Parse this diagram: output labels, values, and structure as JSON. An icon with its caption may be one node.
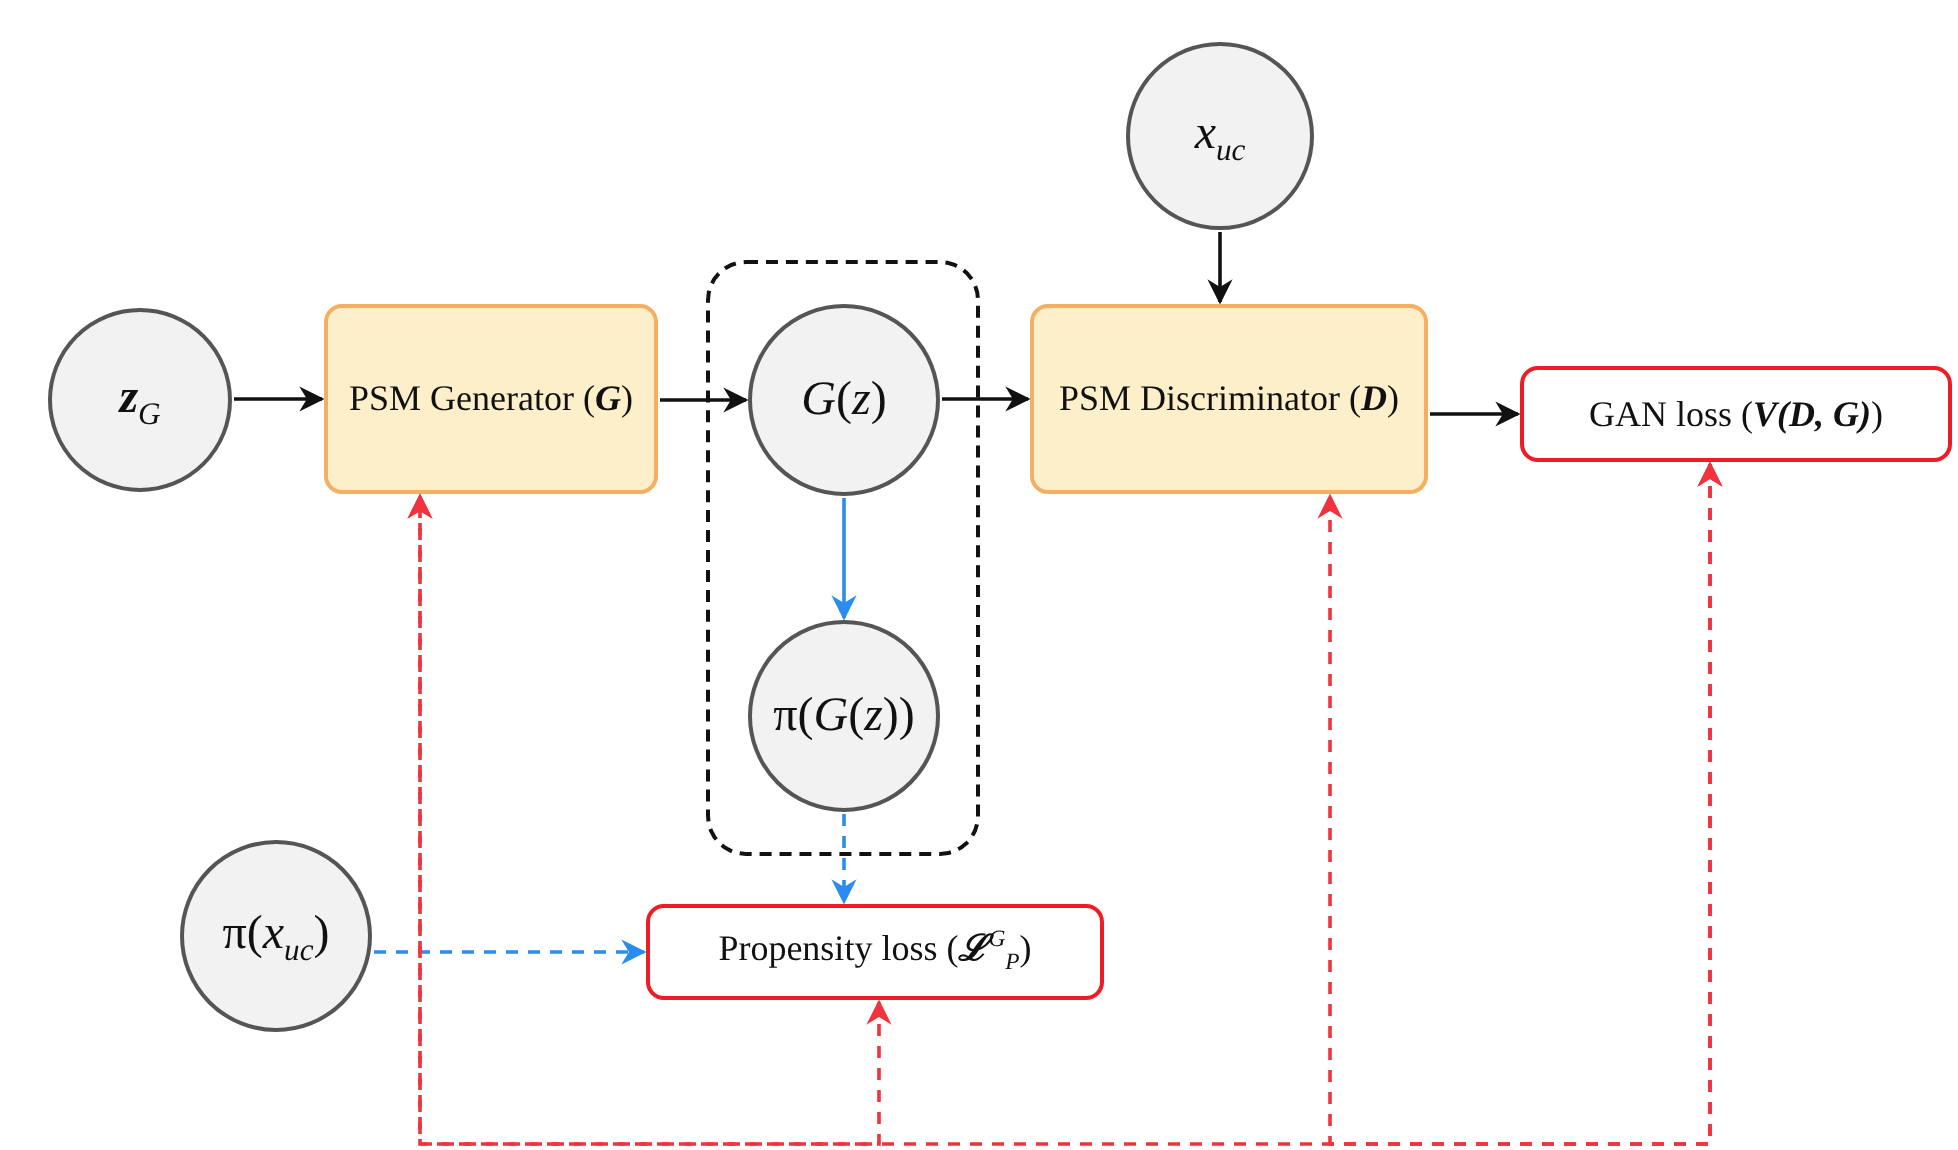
{
  "diagram": {
    "nodes": [
      {
        "text": [
          "**z**$_{G}$"
        ]
      },
      {
        "text": [
          "PSM Generator (**G**)"
        ]
      },
      {
        "text": [],
        "shape": "box"
      },
      {
        "text": [
          "*G*(*z*)"
        ],
        "in": 2
      },
      {
        "text": [
          "π(*G*(*z*))"
        ],
        "in": 2
      },
      {
        "text": [
          "*x*$_{uc}$"
        ]
      },
      {
        "text": [
          "PSM Discriminator (**D**)"
        ]
      },
      {
        "text": [
          "GAN loss (**V(D, G)**)"
        ]
      },
      {
        "text": [
          "π(*x*$_{uc}$)"
        ]
      },
      {
        "text": [
          "Propensity loss (**ℒ**$^{G}$$_{P}$)"
        ]
      }
    ],
    "edges": [
      {
        "from": 0,
        "to": 1,
        "arrow": "to"
      },
      {
        "from": 1,
        "to": 3,
        "arrow": "to"
      },
      {
        "from": 3,
        "to": 6,
        "arrow": "to"
      },
      {
        "from": 5,
        "to": 6,
        "arrow": "to"
      },
      {
        "from": 6,
        "to": 7,
        "arrow": "to"
      },
      {
        "from": 3,
        "to": 4,
        "arrow": "to",
        "color": "#2b8cf0"
      },
      {
        "from": 4,
        "to": 9,
        "arrow": "to",
        "style": "dashed",
        "color": "#2b8cf0"
      },
      {
        "from": 8,
        "to": 9,
        "arrow": "to",
        "style": "dashed",
        "color": "#2b8cf0"
      },
      {
        "from": 9,
        "to": 1,
        "arrow": "both",
        "style": "dashed",
        "color": "#f0333c"
      },
      {
        "from": 7,
        "to": 1,
        "arrow": "both",
        "style": "dashed",
        "color": "#f0333c"
      },
      {
        "from": 7,
        "to": 6,
        "arrow": "both",
        "style": "dashed",
        "color": "#f0333c"
      }
    ]
  }
}
